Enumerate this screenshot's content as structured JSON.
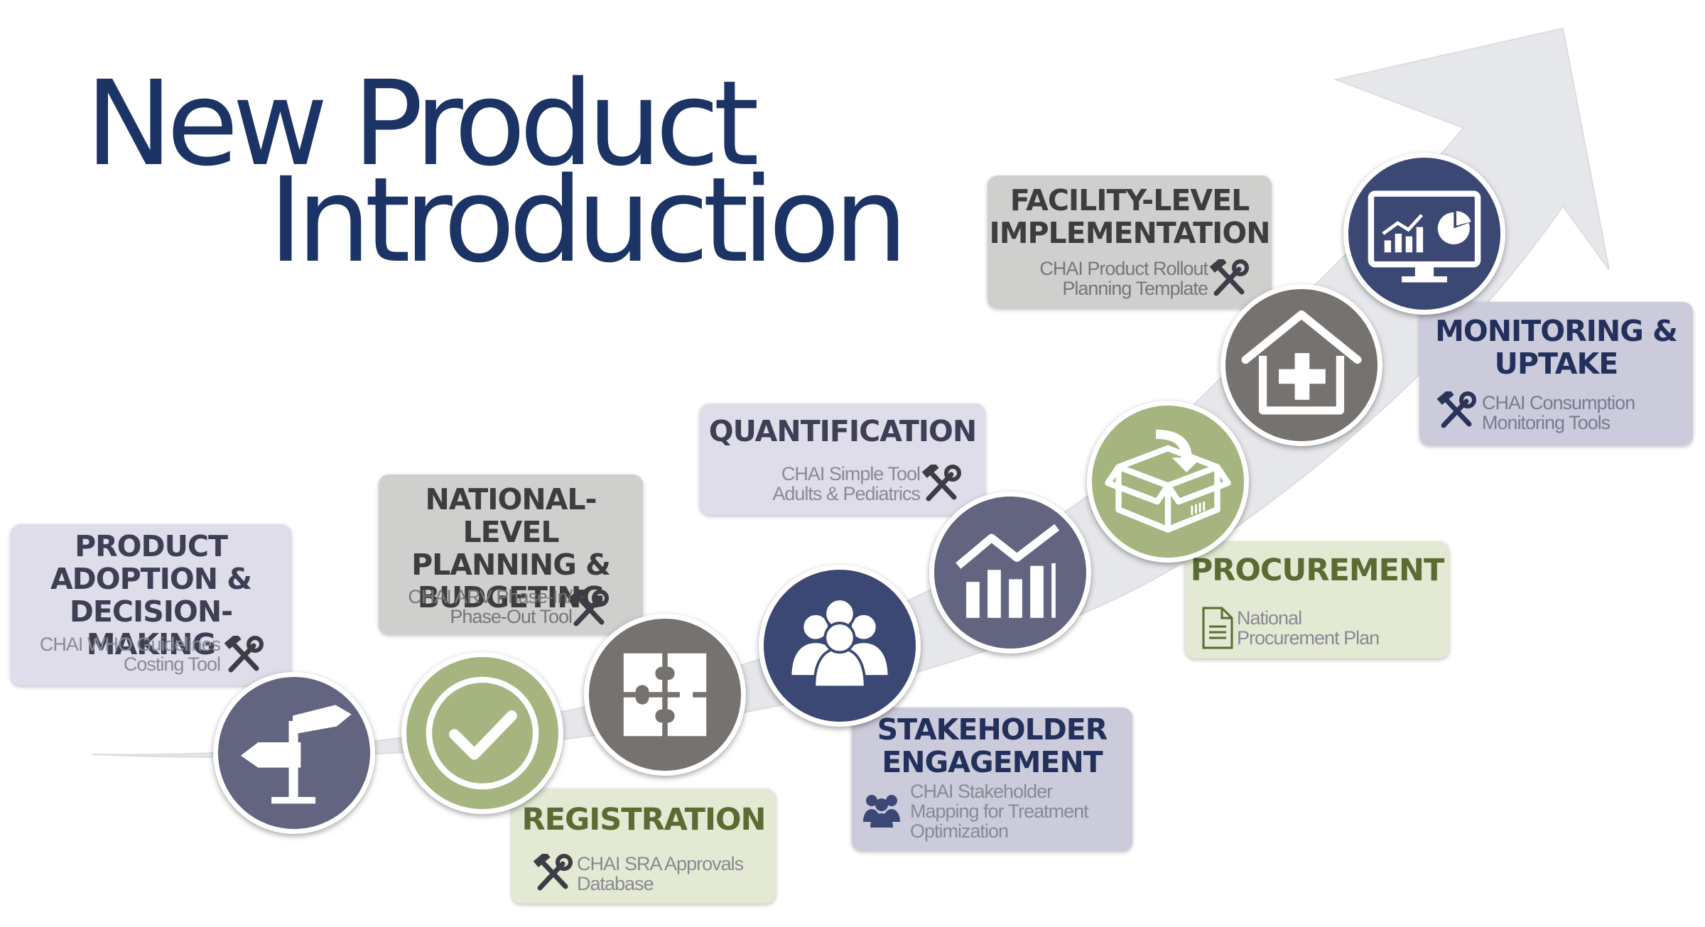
{
  "title": {
    "line1": "New Product",
    "line2": "Introduction"
  },
  "colors": {
    "title": "#1c3366",
    "slate_purple": "#626480",
    "olive_green": "#a6b57f",
    "dark_gray": "#75726f",
    "navy": "#3b4874",
    "arrow": "#e6e7ea"
  },
  "steps": [
    {
      "heading_lines": [
        "PRODUCT",
        "ADOPTION &",
        "DECISION-MAKING"
      ],
      "tool_lines": [
        "CHAI WHO Guidelines",
        "Costing Tool"
      ],
      "tool_icon": "tools-icon",
      "circle_icon": "signpost-icon",
      "circle_color": "slate_purple"
    },
    {
      "heading_lines": [
        "REGISTRATION"
      ],
      "tool_lines": [
        "CHAI SRA Approvals",
        "Database"
      ],
      "tool_icon": "tools-icon",
      "circle_icon": "checkmark-icon",
      "circle_color": "olive_green"
    },
    {
      "heading_lines": [
        "NATIONAL-LEVEL",
        "PLANNING &",
        "BUDGETING"
      ],
      "tool_lines": [
        "CHAI ARV Phase-In/",
        "Phase-Out Tool"
      ],
      "tool_icon": "tools-icon",
      "circle_icon": "puzzle-icon",
      "circle_color": "dark_gray"
    },
    {
      "heading_lines": [
        "STAKEHOLDER",
        "ENGAGEMENT"
      ],
      "tool_lines": [
        "CHAI Stakeholder",
        "Mapping for Treatment",
        "Optimization"
      ],
      "tool_icon": "people-icon",
      "circle_icon": "group-icon",
      "circle_color": "navy"
    },
    {
      "heading_lines": [
        "QUANTIFICATION"
      ],
      "tool_lines": [
        "CHAI Simple Tool",
        "Adults & Pediatrics"
      ],
      "tool_icon": "tools-icon",
      "circle_icon": "bar-chart-icon",
      "circle_color": "slate_purple"
    },
    {
      "heading_lines": [
        "PROCUREMENT"
      ],
      "tool_lines": [
        "National",
        "Procurement Plan"
      ],
      "tool_icon": "document-icon",
      "circle_icon": "box-icon",
      "circle_color": "olive_green"
    },
    {
      "heading_lines": [
        "FACILITY-LEVEL",
        "IMPLEMENTATION"
      ],
      "tool_lines": [
        "CHAI Product Rollout",
        "Planning Template"
      ],
      "tool_icon": "tools-icon",
      "circle_icon": "clinic-icon",
      "circle_color": "dark_gray"
    },
    {
      "heading_lines": [
        "MONITORING &",
        "UPTAKE"
      ],
      "tool_lines": [
        "CHAI Consumption",
        "Monitoring Tools"
      ],
      "tool_icon": "tools-icon",
      "circle_icon": "monitor-icon",
      "circle_color": "navy"
    }
  ]
}
